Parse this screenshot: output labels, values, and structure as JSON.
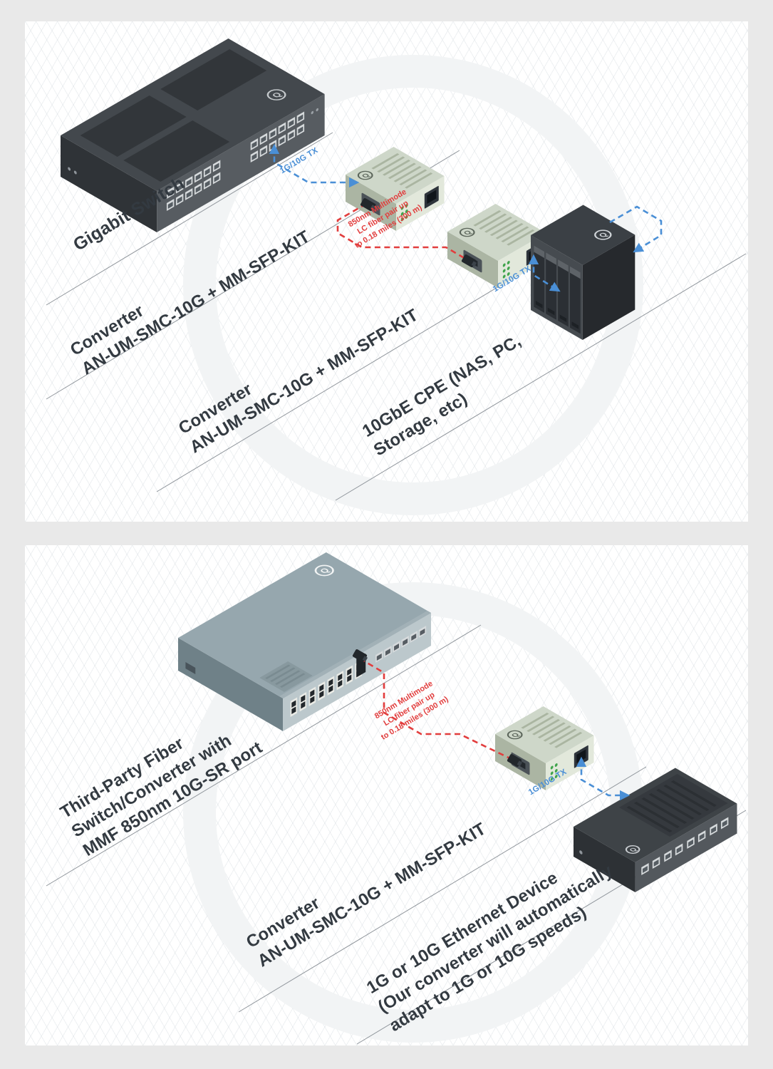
{
  "brand": {
    "logo": "Q"
  },
  "colors": {
    "fiber_line": "#e23d3d",
    "copper_line": "#4a8fd6",
    "label_text": "#333a41"
  },
  "panel1": {
    "device_labels": {
      "gigabit_switch": "Gigabit Switch",
      "converter1_line1": "Converter",
      "converter1_line2": "AN-UM-SMC-10G + MM-SFP-KIT",
      "converter2_line1": "Converter",
      "converter2_line2": "AN-UM-SMC-10G + MM-SFP-KIT",
      "cpe_line1": "10GbE CPE (NAS, PC,",
      "cpe_line2": "Storage, etc)"
    },
    "connection_labels": {
      "tx1": "1G/10G TX",
      "fiber_line1": "850nm Multimode",
      "fiber_line2": "LC fiber pair up",
      "fiber_line3": "to 0.18 miles (300 m)",
      "tx2": "1G/10G TX"
    }
  },
  "panel2": {
    "device_labels": {
      "fiber_switch_line1": "Third-Party Fiber",
      "fiber_switch_line2": "Switch/Converter with",
      "fiber_switch_line3": "MMF 850nm 10G-SR port",
      "converter_line1": "Converter",
      "converter_line2": "AN-UM-SMC-10G + MM-SFP-KIT",
      "ethernet_line1": "1G or 10G Ethernet Device",
      "ethernet_line2": "(Our converter will automatically",
      "ethernet_line3": "adapt to 1G or 10G speeds)"
    },
    "connection_labels": {
      "fiber_line1": "850nm Multimode",
      "fiber_line2": "LC fiber pair up",
      "fiber_line3": "to 0.18 miles (300 m)",
      "tx": "1G/10G TX"
    }
  }
}
